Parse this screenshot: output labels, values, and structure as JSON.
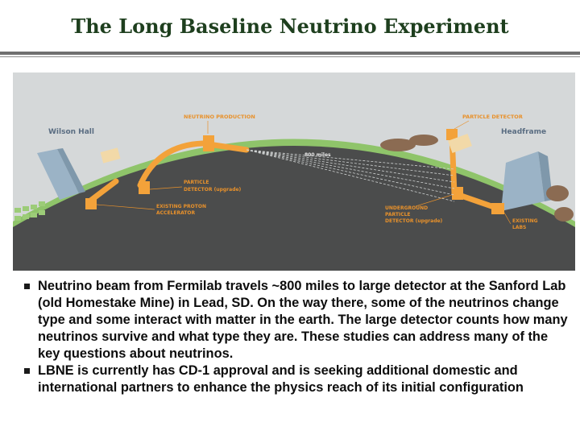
{
  "slide": {
    "title": "The Long Baseline Neutrino Experiment"
  },
  "figure": {
    "labels": {
      "wilson_hall": "Wilson Hall",
      "neutrino_production": "NEUTRINO PRODUCTION",
      "particle_detector_top": "PARTICLE DETECTOR",
      "headframe": "Headframe",
      "distance": "800 miles",
      "particle_detector_upgrade_1": "PARTICLE",
      "particle_detector_upgrade_2": "DETECTOR (upgrade)",
      "existing_proton_1": "EXISTING PROTON",
      "existing_proton_2": "ACCELERATOR",
      "underground_1": "UNDERGROUND",
      "underground_2": "PARTICLE",
      "underground_3": "DETECTOR (upgrade)",
      "existing_labs_1": "EXISTING",
      "existing_labs_2": "LABS"
    },
    "colors": {
      "sky": "#d5d8d9",
      "earth": "#4b4c4c",
      "grass": "#8fc46a",
      "facility": "#f3a23a",
      "beam": "#cfd2d2"
    }
  },
  "bullets": [
    "Neutrino beam from Fermilab travels ~800 miles to large detector at the Sanford Lab (old Homestake Mine) in Lead, SD.  On the way there, some of the neutrinos change type and some interact with matter in the earth.  The large detector counts how many neutrinos survive and what type they are. These studies can address many of the key questions about neutrinos.",
    "LBNE is currently has CD-1 approval and is seeking  additional domestic and international partners to enhance the physics reach of its initial configuration"
  ]
}
